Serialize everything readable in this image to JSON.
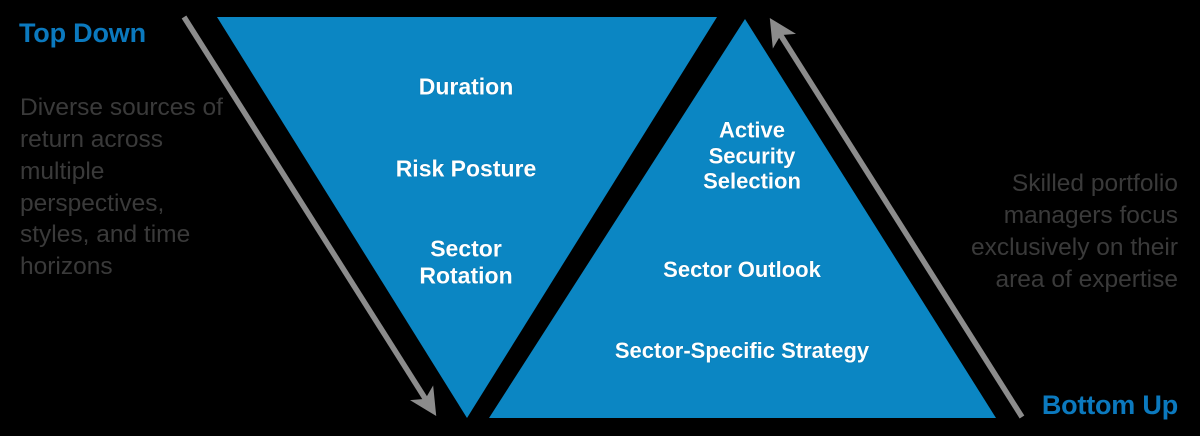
{
  "diagram": {
    "title_left": "Top Down",
    "title_right": "Bottom Up",
    "background_color": "#000000",
    "accent_blue": "#0B86C3",
    "label_blue": "#0B79BE",
    "arrow_gray": "#8C8C8C",
    "body_text_gray": "#3a3a3a",
    "triangle_text_color": "#FFFFFF"
  },
  "left_panel": {
    "heading": "Top Down",
    "description": "Diverse sources of return across multiple perspectives, styles, and time horizons"
  },
  "right_panel": {
    "heading": "Bottom Up",
    "description": "Skilled portfolio managers focus exclusively on their area of expertise"
  },
  "inverted_triangle": {
    "name": "top-down-triangle",
    "orientation": "inverted",
    "items": [
      {
        "label": "Duration"
      },
      {
        "label": "Risk Posture"
      },
      {
        "label": "Sector\nRotation"
      }
    ]
  },
  "upright_triangle": {
    "name": "bottom-up-triangle",
    "orientation": "upright",
    "items": [
      {
        "label": "Active\nSecurity\nSelection"
      },
      {
        "label": "Sector Outlook"
      },
      {
        "label": "Sector-Specific Strategy"
      }
    ]
  },
  "arrows": [
    {
      "name": "top-down-arrow",
      "direction": "down-right",
      "color": "#8C8C8C"
    },
    {
      "name": "bottom-up-arrow",
      "direction": "up-right",
      "color": "#8C8C8C"
    }
  ]
}
